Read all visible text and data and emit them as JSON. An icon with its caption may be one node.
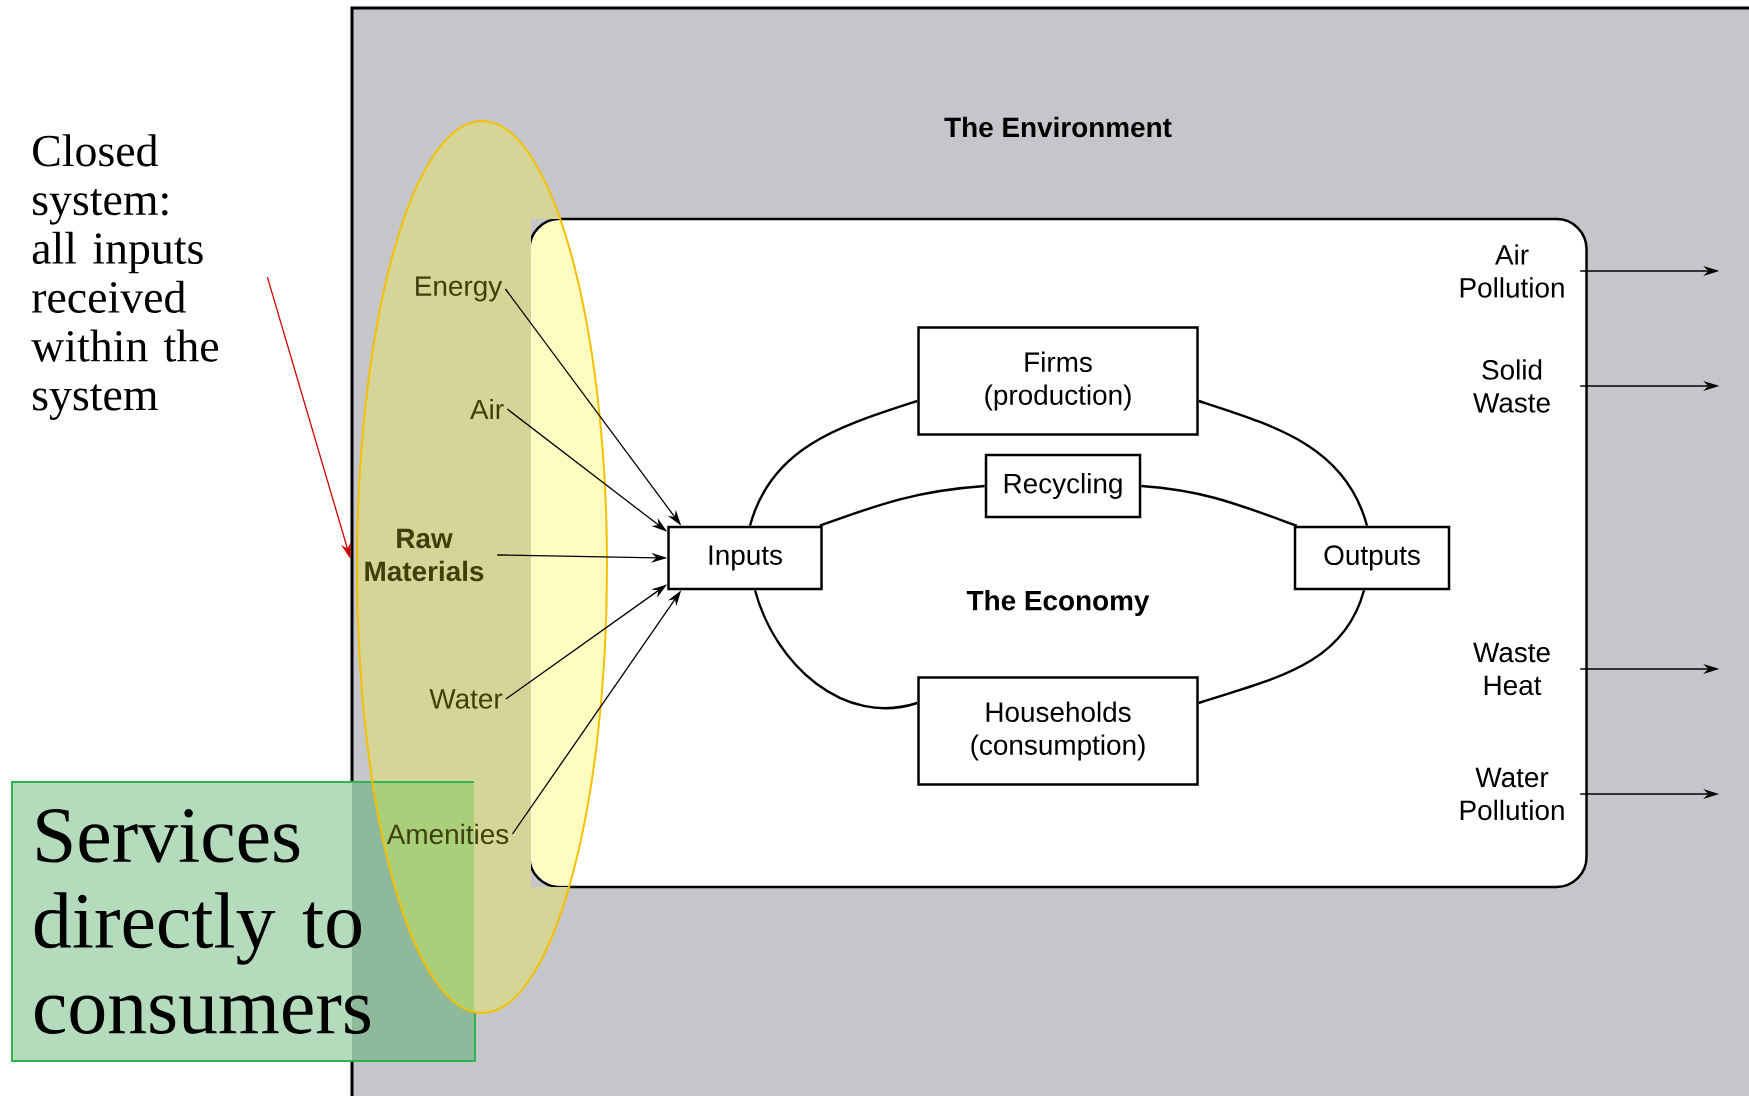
{
  "diagram": {
    "nodes": [
      {
        "text": [
          "The Environment"
        ]
      },
      {
        "text": [
          "The Economy"
        ],
        "in": 0
      },
      {
        "text": [
          "Firms (production)"
        ],
        "in": 1
      },
      {
        "text": [
          "Recycling"
        ],
        "in": 1
      },
      {
        "text": [
          "Inputs"
        ],
        "in": 1
      },
      {
        "text": [
          "Outputs"
        ],
        "in": 1
      },
      {
        "text": [
          "Households (consumption)"
        ],
        "in": 1
      },
      {
        "text": [
          "Energy"
        ],
        "in": 0
      },
      {
        "text": [
          "Air"
        ],
        "in": 0
      },
      {
        "text": [
          "Raw Materials"
        ],
        "in": 0
      },
      {
        "text": [
          "Water"
        ],
        "in": 0
      },
      {
        "text": [
          "Amenities"
        ],
        "in": 0
      },
      {
        "text": [
          "Air Pollution"
        ],
        "in": 1
      },
      {
        "text": [
          "Solid Waste"
        ],
        "in": 1
      },
      {
        "text": [
          "Waste Heat"
        ],
        "in": 1
      },
      {
        "text": [
          "Water Pollution"
        ],
        "in": 1
      },
      {
        "text": [
          "Closed system: all inputs received within the system"
        ]
      },
      {
        "text": [
          "Services directly to consumers"
        ]
      }
    ],
    "edges": [
      {
        "from": 7,
        "to": 4,
        "arrow": "to"
      },
      {
        "from": 8,
        "to": 4,
        "arrow": "to"
      },
      {
        "from": 9,
        "to": 4,
        "arrow": "to"
      },
      {
        "from": 10,
        "to": 4,
        "arrow": "to"
      },
      {
        "from": 11,
        "to": 4,
        "arrow": "to"
      },
      {
        "from": 4,
        "to": 2,
        "arrow": "none"
      },
      {
        "from": 2,
        "to": 5,
        "arrow": "none"
      },
      {
        "from": 5,
        "to": 6,
        "arrow": "none"
      },
      {
        "from": 6,
        "to": 4,
        "arrow": "none"
      },
      {
        "from": 4,
        "to": 3,
        "arrow": "none"
      },
      {
        "from": 3,
        "to": 5,
        "arrow": "none"
      },
      {
        "from": 12,
        "to": null,
        "arrow": "to"
      },
      {
        "from": 13,
        "to": null,
        "arrow": "to"
      },
      {
        "from": 14,
        "to": null,
        "arrow": "to"
      },
      {
        "from": 15,
        "to": null,
        "arrow": "to"
      },
      {
        "from": 16,
        "to": 0,
        "arrow": "to",
        "color": "#cc0000"
      }
    ]
  }
}
